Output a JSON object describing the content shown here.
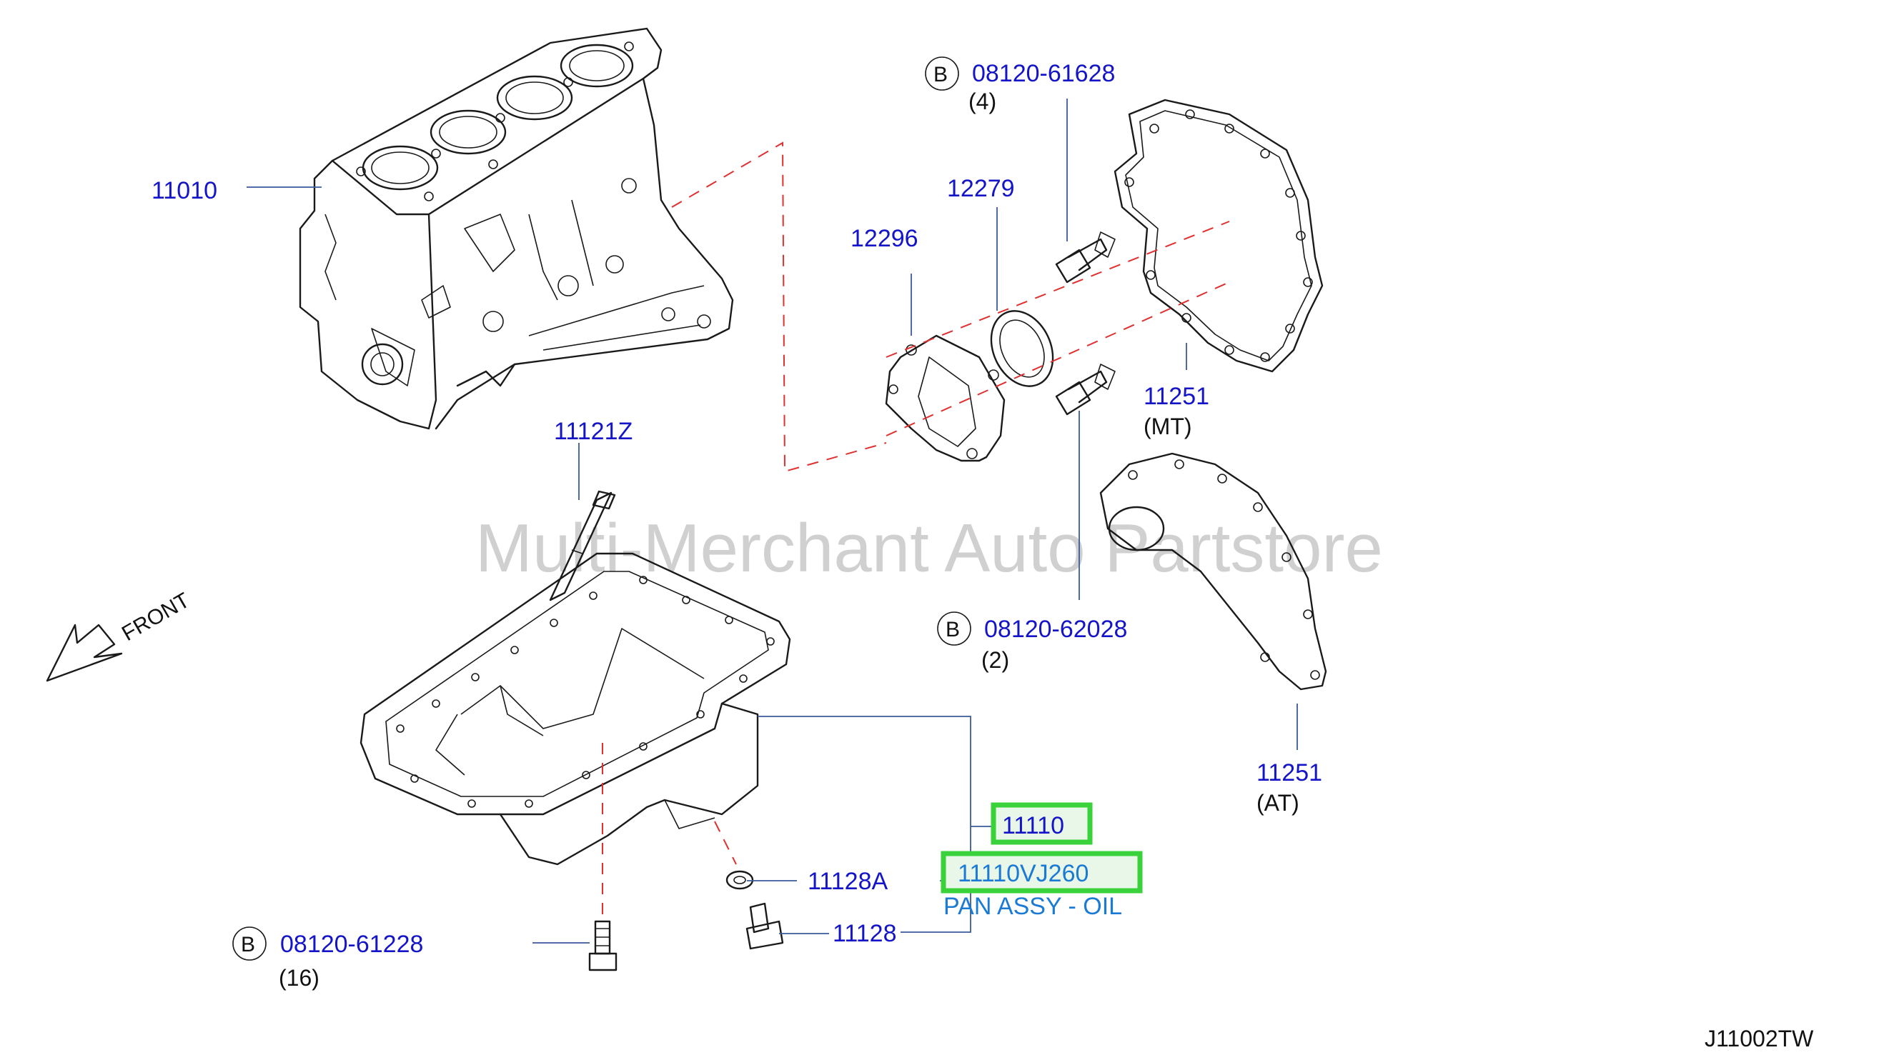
{
  "watermark": "Multi-Merchant Auto Partstore",
  "diagram_code": "J11002TW",
  "front_label": "FRONT",
  "callout_letter": "B",
  "parts": {
    "cylinder_block": "11010",
    "oil_level_gauge": "11121Z",
    "rear_oil_seal_retainer": "12296",
    "rear_oil_seal": "12279",
    "bolt_top": "08120-61628",
    "bolt_top_qty": "(4)",
    "rear_plate_mt": "11251",
    "rear_plate_mt_variant": "(MT)",
    "bolt_middle": "08120-62028",
    "bolt_middle_qty": "(2)",
    "rear_plate_at": "11251",
    "rear_plate_at_variant": "(AT)",
    "oil_pan": "11110",
    "oil_pan_part_number": "11110VJ260",
    "oil_pan_description": "PAN ASSY - OIL",
    "drain_washer": "11128A",
    "drain_plug": "11128",
    "bolt_pan": "08120-61228",
    "bolt_pan_qty": "(16)"
  },
  "colors": {
    "part_label": "#1414c8",
    "description": "#1a7ad4",
    "highlight": "#3ad23a",
    "leader": "#3a5a9a",
    "centerline": "#e03030"
  }
}
